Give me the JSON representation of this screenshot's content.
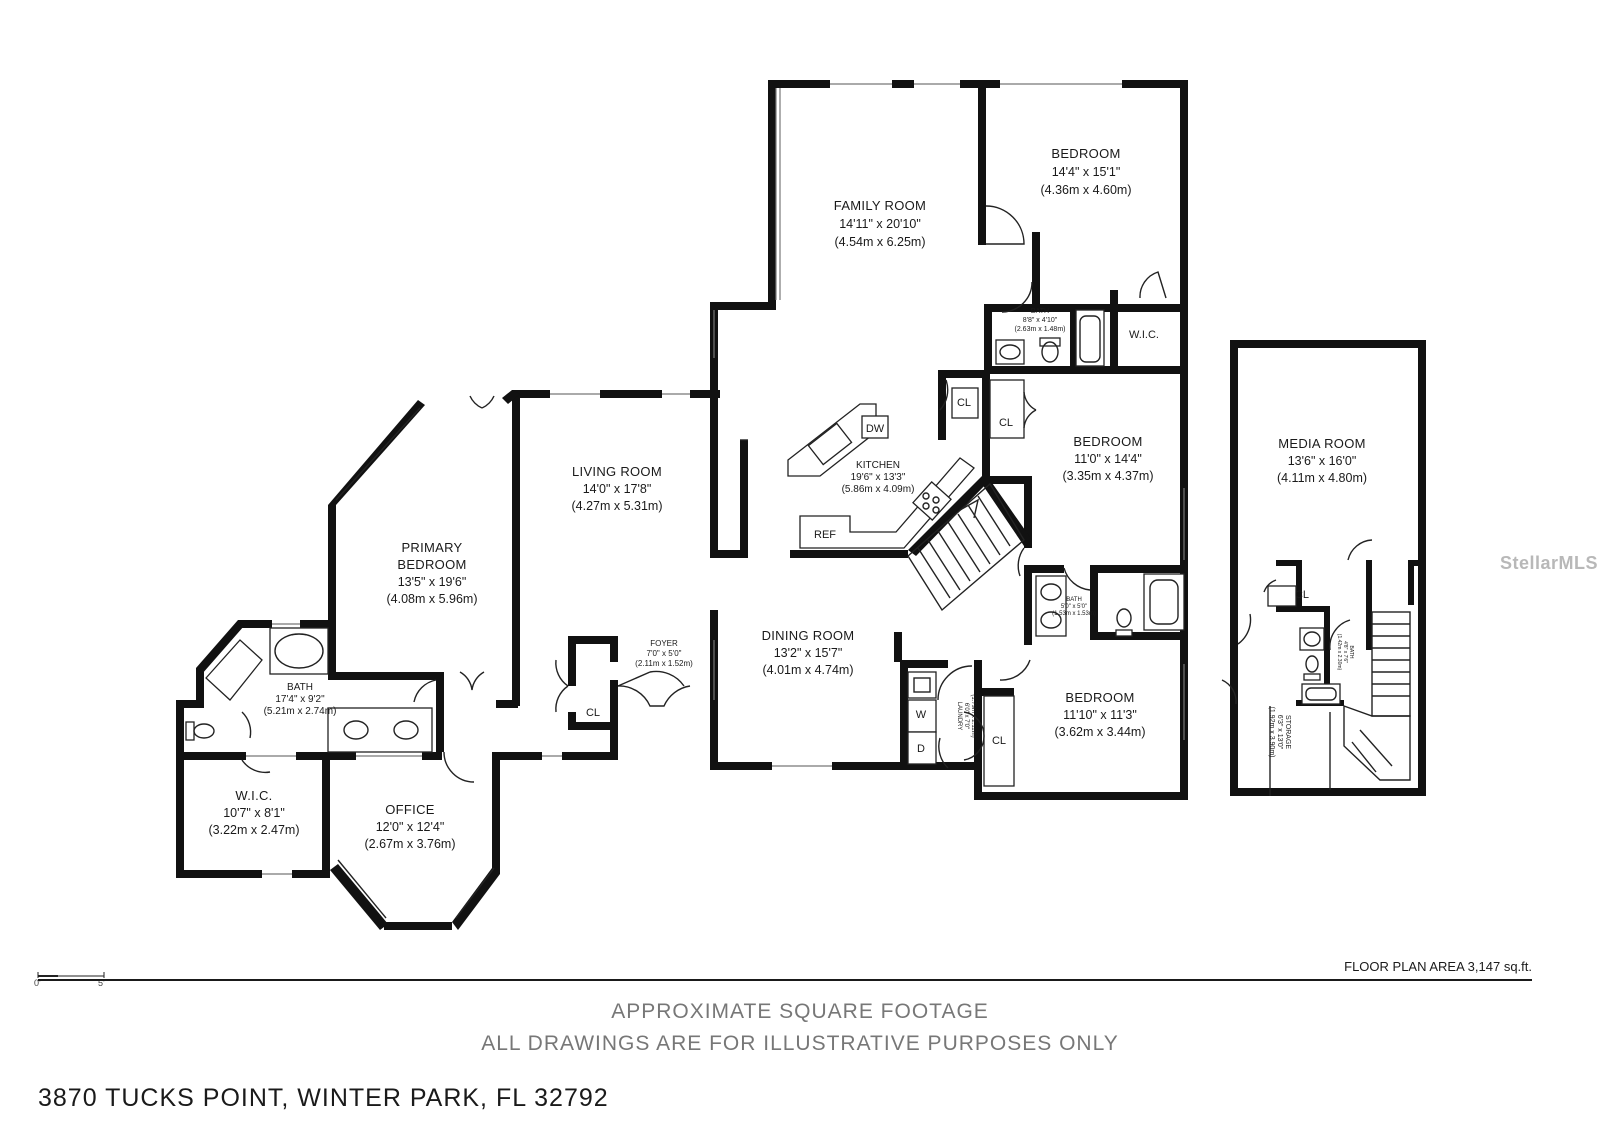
{
  "rooms": {
    "family_room": {
      "name": "FAMILY ROOM",
      "imperial": "14'11\" x 20'10\"",
      "metric": "(4.54m x 6.25m)"
    },
    "bedroom_1": {
      "name": "BEDROOM",
      "imperial": "14'4\" x 15'1\"",
      "metric": "(4.36m x 4.60m)"
    },
    "bath_1": {
      "name": "BATH",
      "imperial": "8'8\" x 4'10\"",
      "metric": "(2.63m x 1.48m)"
    },
    "wic_1": {
      "name": "W.I.C."
    },
    "kitchen": {
      "name": "KITCHEN",
      "imperial": "19'6\" x 13'3\"",
      "metric": "(5.86m x 4.09m)"
    },
    "bedroom_2": {
      "name": "BEDROOM",
      "imperial": "11'0\" x 14'4\"",
      "metric": "(3.35m x 4.37m)"
    },
    "living_room": {
      "name": "LIVING ROOM",
      "imperial": "14'0\" x 17'8\"",
      "metric": "(4.27m x 5.31m)"
    },
    "primary_bedroom": {
      "name_line1": "PRIMARY",
      "name_line2": "BEDROOM",
      "imperial": "13'5\" x 19'6\"",
      "metric": "(4.08m x 5.96m)"
    },
    "bath_primary": {
      "name": "BATH",
      "imperial": "17'4\" x 9'2\"",
      "metric": "(5.21m x 2.74m)"
    },
    "foyer": {
      "name": "FOYER",
      "imperial": "7'0\" x 5'0\"",
      "metric": "(2.11m x 1.52m)"
    },
    "dining_room": {
      "name": "DINING ROOM",
      "imperial": "13'2\" x 15'7\"",
      "metric": "(4.01m x 4.74m)"
    },
    "bath_2": {
      "name": "BATH",
      "imperial": "5'0\" x 5'0\"",
      "metric": "(1.53m x 1.53m)"
    },
    "laundry": {
      "name": "LAUNDRY",
      "imperial": "6'0\" x 7'0\"",
      "metric": "(1.79m x 2.11m)"
    },
    "bedroom_3": {
      "name": "BEDROOM",
      "imperial": "11'10\" x 11'3\"",
      "metric": "(3.62m x 3.44m)"
    },
    "wic_primary": {
      "name": "W.I.C.",
      "imperial": "10'7\" x 8'1\"",
      "metric": "(3.22m x 2.47m)"
    },
    "office": {
      "name": "OFFICE",
      "imperial": "12'0\" x 12'4\"",
      "metric": "(2.67m x 3.76m)"
    },
    "media_room": {
      "name": "MEDIA ROOM",
      "imperial": "13'6\" x 16'0\"",
      "metric": "(4.11m x 4.80m)"
    },
    "storage": {
      "name": "STORAGE",
      "imperial": "6'3\" x 13'0\"",
      "metric": "(1.92m x 3.90m)"
    },
    "bath_3": {
      "name": "BATH",
      "imperial": "4'8\" x 7'6\"",
      "metric": "(1.42m x 2.30m)"
    }
  },
  "fixtures": {
    "closet": "CL",
    "dishwasher": "DW",
    "refrigerator": "REF",
    "washer": "W",
    "dryer": "D"
  },
  "footer": {
    "area": "FLOOR PLAN AREA 3,147 sq.ft.",
    "disclaimer_line1": "APPROXIMATE SQUARE FOOTAGE",
    "disclaimer_line2": "ALL DRAWINGS ARE FOR ILLUSTRATIVE PURPOSES ONLY",
    "address": "3870 TUCKS POINT, WINTER PARK, FL 32792"
  },
  "scale": {
    "start": "0'",
    "end": "5'"
  },
  "watermark": "StellarMLS"
}
